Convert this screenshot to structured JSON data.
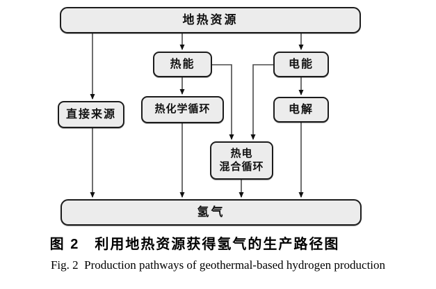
{
  "figure": {
    "caption_zh": "图 2　利用地热资源获得氢气的生产路径图",
    "caption_en": "Fig. 2  Production pathways of geothermal-based hydrogen production"
  },
  "nodes": {
    "geothermal": {
      "label": "地热资源"
    },
    "heat": {
      "label": "热能"
    },
    "electric": {
      "label": "电能"
    },
    "direct": {
      "label": "直接来源"
    },
    "thermochemical": {
      "label": "热化学循环"
    },
    "electrolysis": {
      "label": "电解"
    },
    "hybrid": {
      "label_line1": "热电",
      "label_line2": "混合循环"
    },
    "hydrogen": {
      "label": "氢气"
    }
  },
  "colors": {
    "node_fill": "#ececec",
    "node_border": "#1c1c1c",
    "arrow_line": "#4a4a4a",
    "arrow_head": "#111111"
  }
}
